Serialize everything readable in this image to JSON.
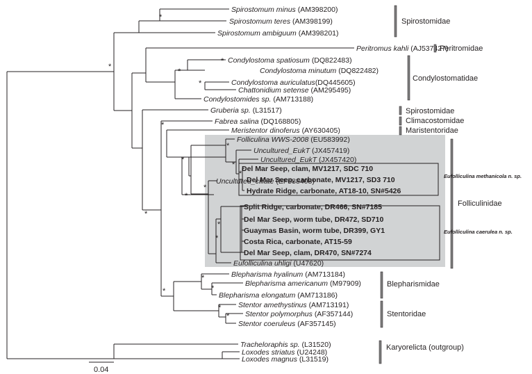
{
  "taxa": {
    "spiro_minus": {
      "name": "Spirostomum minus",
      "acc": "(AM398200)"
    },
    "spiro_teres": {
      "name": "Spirostomum teres",
      "acc": "(AM398199)"
    },
    "spiro_ambiguum": {
      "name": "Spirostomum ambiguum",
      "acc": "(AM398201)"
    },
    "peritromus": {
      "name": "Peritromus kahli",
      "acc": "(AJ537427)"
    },
    "cond_spatiosum": {
      "name": "Condylostoma spatiosum",
      "acc": "(DQ822483)"
    },
    "cond_minutum": {
      "name": "Condylostoma minutum",
      "acc": "(DQ822482)"
    },
    "cond_auriculatus": {
      "name": "Condylostoma auriculatus",
      "acc": "(DQ445605)"
    },
    "chattonidium": {
      "name": "Chattonidium setense",
      "acc": "(AM295495)"
    },
    "condylostomides": {
      "name": "Condylostomides sp.",
      "acc": "(AM713188)"
    },
    "gruberia": {
      "name": "Gruberia sp.",
      "acc": "(L31517)"
    },
    "fabrea": {
      "name": "Fabrea salina",
      "acc": "(DQ168805)"
    },
    "meristentor": {
      "name": "Meristentor dinoferus",
      "acc": "(AY630405)"
    },
    "folliculina_wws": {
      "name": "Folliculina WWS-2008",
      "acc": "(EU583992)"
    },
    "unc_eukt1": {
      "name": "Uncultured_EukT",
      "acc": "(JX457419)"
    },
    "unc_eukt2": {
      "name": "Uncultured_EukT",
      "acc": "(JX457420)"
    },
    "dms_clam_mv": "Del Mar Seep, clam, MV1217, SDC 710",
    "dms_carb_mv": "Del Mar Seep, carbonate, MV1217, SD3 710",
    "hydrate_ridge": "Hydrate Ridge, carbonate, AT18-10, SN#5426",
    "unc_ciliate": {
      "name": "Uncultured_ciliate",
      "acc": "(EF688408)"
    },
    "split_ridge": "Split Ridge, carbonate, DR466, SN#7185",
    "dms_worm": "Del Mar Seep, worm tube, DR472, SD710",
    "guaymas": "Guaymas Basin, worm tube, DR399, GY1",
    "costa_rica": "Costa Rica, carbonate, AT15-59",
    "dms_clam_dr": "Del Mar Seep, clam, DR470, SN#7274",
    "eufolliculina_uhligi": {
      "name": "Eufolliculina uhligi",
      "acc": "(U47620)"
    },
    "bleph_hyalinum": {
      "name": "Blepharisma hyalinum",
      "acc": "(AM713184)"
    },
    "bleph_americanum": {
      "name": "Blepharisma americanum",
      "acc": "(M97909)"
    },
    "bleph_elongatum": {
      "name": "Blepharisma elongatum",
      "acc": "(AM713186)"
    },
    "stentor_amethystinus": {
      "name": "Stentor amethystinus",
      "acc": "(AM713191)"
    },
    "stentor_polymorphus": {
      "name": "Stentor polymorphus",
      "acc": "(AF357144)"
    },
    "stentor_coeruleus": {
      "name": "Stentor coeruleus",
      "acc": "(AF357145)"
    },
    "tracheloraphis": {
      "name": "Tracheloraphis sp.",
      "acc": "(L31520)"
    },
    "loxodes_striatus": {
      "name": "Loxodes striatus",
      "acc": "(U24248)"
    },
    "loxodes_magnus": {
      "name": "Loxodes magnus",
      "acc": "(L31519)"
    }
  },
  "families": {
    "spirostomidae": "Spirostomidae",
    "peritromidae": "Peritromidae",
    "condylostomatidae": "Condylostomatidae",
    "spirostomidae2": "Spirostomidae",
    "climacostomidae": "Climacostomidae",
    "maristentoridae": "Maristentoridae",
    "folliculinidae": "Folliculinidae",
    "blepharismidae": "Blepharismidae",
    "stentoridae": "Stentoridae",
    "karyorelicta": "Karyorelicta (outgroup)"
  },
  "new_species": {
    "methanicola": "Eufolliculina methanicola n. sp.",
    "caerulea": "Eufolliculina caerulea n. sp."
  },
  "support_symbol": "*",
  "scale_bar": {
    "label": "0.04"
  },
  "colors": {
    "highlight": "#d1d3d4",
    "line": "#231f20",
    "family_bar": "#7f7f7f"
  }
}
